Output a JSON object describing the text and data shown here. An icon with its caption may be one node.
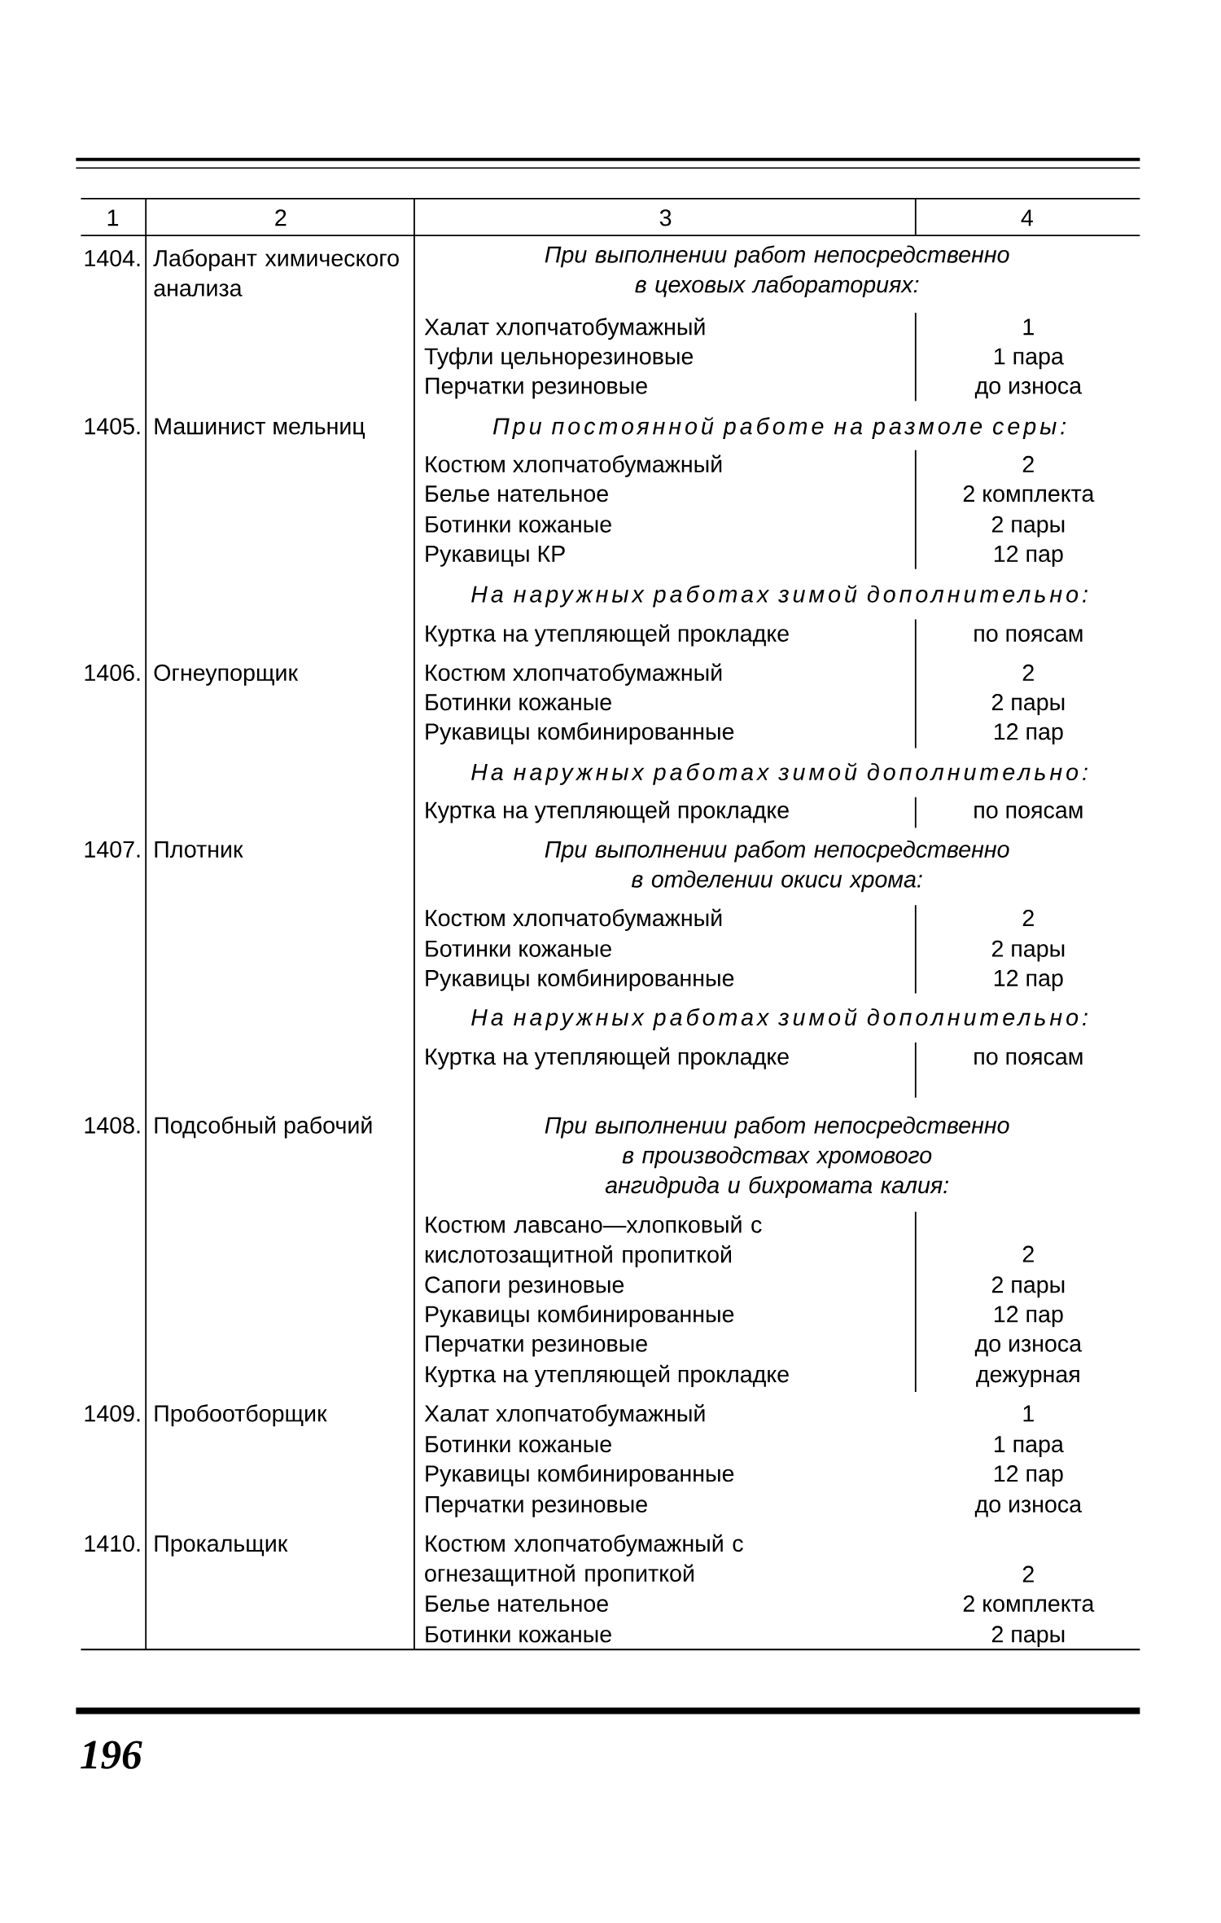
{
  "diagram": {
    "labels": [
      "1",
      "2",
      "3",
      "4",
      "1404.",
      "Лаборант химического анализа",
      "При выполнении работ непосредственно в цеховых лабораториях:",
      "Халат хлопчатобумажный",
      "1",
      "Туфли цельнорезиновые",
      "1 пара",
      "Перчатки резиновые",
      "до износа",
      "1405.",
      "Машинист мельниц",
      "При постоянной работе на размоле серы:",
      "Костюм хлопчатобумажный",
      "2",
      "Белье нательное",
      "2 комплекта",
      "Ботинки кожаные",
      "2 пары",
      "Рукавицы КР",
      "12 пар",
      "На наружных работах зимой дополнительно:",
      "Куртка на утепляющей прокладке",
      "по поясам",
      "1406.",
      "Огнеупорщик",
      "Костюм хлопчатобумажный",
      "2",
      "Ботинки кожаные",
      "2 пары",
      "Рукавицы комбинированные",
      "12 пар",
      "На наружных работах зимой дополнительно:",
      "Куртка на утепляющей прокладке",
      "по поясам",
      "1407.",
      "Плотник",
      "При выполнении работ непосредственно в отделении окиси хрома:",
      "Костюм хлопчатобумажный",
      "2",
      "Ботинки кожаные",
      "2 пары",
      "Рукавицы комбинированные",
      "12 пар",
      "На наружных работах зимой дополнительно:",
      "Куртка на утепляющей прокладке",
      "по поясам",
      "1408.",
      "Подсобный рабочий",
      "При выполнении работ непосредственно в производствах хромового ангидрида и бихромата калия:",
      "Костюм лавсано—хлопковый с кислотозащитной пропиткой",
      "2",
      "Сапоги резиновые",
      "2 пары",
      "Рукавицы комбинированные",
      "12 пар",
      "Перчатки резиновые",
      "до износа",
      "Куртка на утепляющей прокладке",
      "дежурная",
      "1409.",
      "Пробоотборщик",
      "Халат хлопчатобумажный",
      "1",
      "Ботинки кожаные",
      "1 пара",
      "Рукавицы комбинированные",
      "12 пар",
      "Перчатки резиновые",
      "до износа",
      "1410.",
      "Прокальщик",
      "Костюм хлопчатобумажный с огнезащитной пропиткой",
      "2",
      "Белье нательное",
      "2 комплекта",
      "Ботинки кожаные",
      "2 пары",
      "196"
    ]
  }
}
